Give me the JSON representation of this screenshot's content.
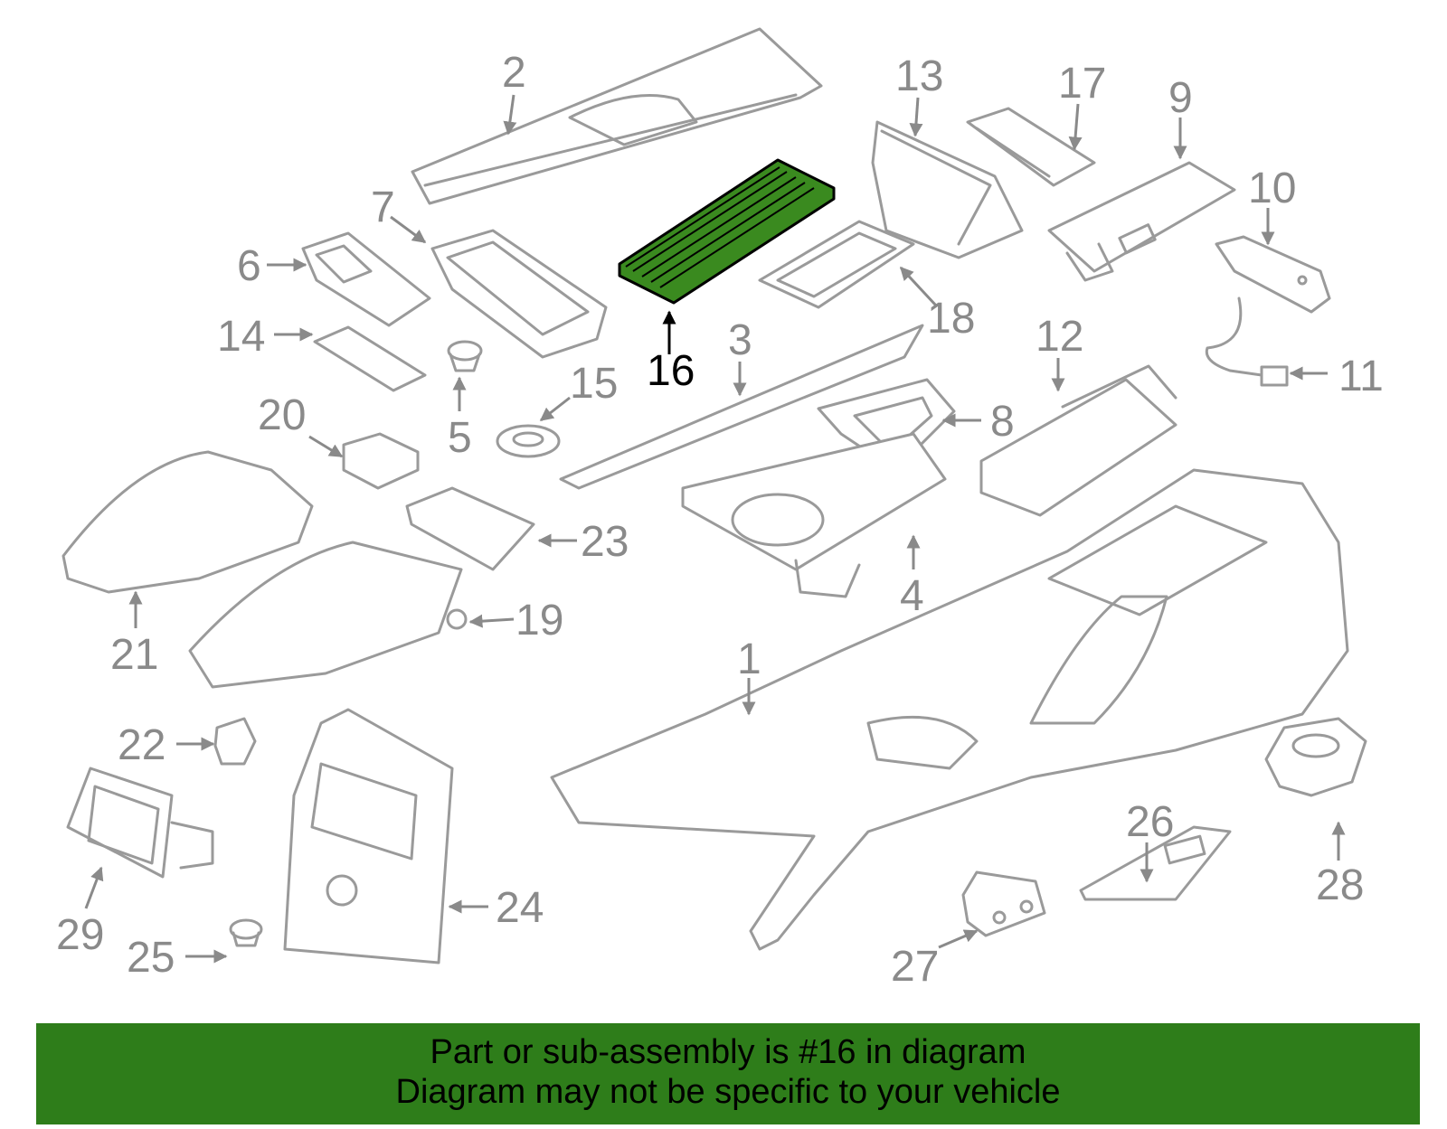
{
  "diagram": {
    "highlighted_part": "16",
    "highlight_color": "#3a8a1f",
    "callouts": [
      "1",
      "2",
      "3",
      "4",
      "5",
      "6",
      "7",
      "8",
      "9",
      "10",
      "11",
      "12",
      "13",
      "14",
      "15",
      "16",
      "17",
      "18",
      "19",
      "20",
      "21",
      "22",
      "23",
      "24",
      "25",
      "26",
      "27",
      "28",
      "29"
    ]
  },
  "banner": {
    "line1": "Part or sub-assembly is #16 in diagram",
    "line2": "Diagram may not be specific to your vehicle",
    "color": "#2e7d1a"
  }
}
